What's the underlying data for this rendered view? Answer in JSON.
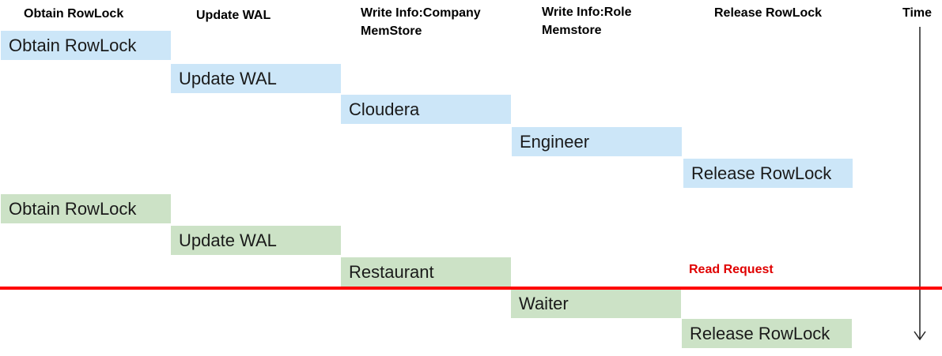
{
  "headers": [
    "Obtain RowLock",
    "Update WAL",
    "Write Info:Company\nMemStore",
    "Write Info:Role\nMemstore",
    "Release RowLock"
  ],
  "time_label": "Time",
  "read_request_label": "Read Request",
  "colors": {
    "blue_box": "#cce6f8",
    "green_box": "#cce2c6",
    "read_line": "#ff0000",
    "read_label": "#e00000"
  },
  "transaction_1": [
    "Obtain RowLock",
    "Update WAL",
    "Cloudera",
    "Engineer",
    "Release RowLock"
  ],
  "transaction_2": [
    "Obtain RowLock",
    "Update WAL",
    "Restaurant",
    "Waiter",
    "Release RowLock"
  ]
}
